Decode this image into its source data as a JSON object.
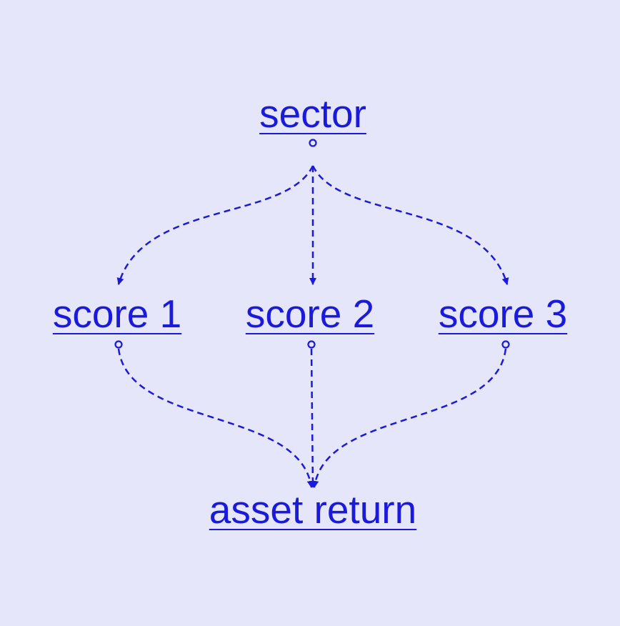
{
  "colors": {
    "background": "#e6e6fa",
    "accent": "#1a1adc"
  },
  "nodes": {
    "sector": "sector",
    "score1": "score 1",
    "score2": "score 2",
    "score3": "score 3",
    "asset_return": "asset return"
  },
  "edges": [
    {
      "from": "sector",
      "to": "score 1",
      "style": "dashed"
    },
    {
      "from": "sector",
      "to": "score 2",
      "style": "dashed"
    },
    {
      "from": "sector",
      "to": "score 3",
      "style": "dashed"
    },
    {
      "from": "score 1",
      "to": "asset return",
      "style": "dashed"
    },
    {
      "from": "score 2",
      "to": "asset return",
      "style": "dashed"
    },
    {
      "from": "score 3",
      "to": "asset return",
      "style": "dashed"
    }
  ]
}
